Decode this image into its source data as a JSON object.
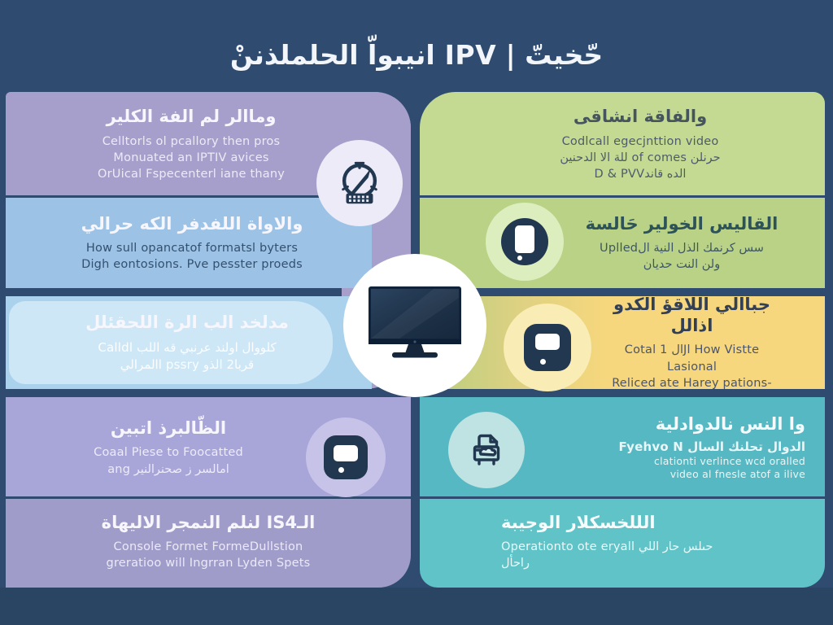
{
  "title": "حّخيتّ | IPV انيبواّ الحلملذننْ",
  "palette": {
    "background": "#2f4c70",
    "purple_panel": "#a79fcb",
    "blue_panel": "#9cc2e6",
    "pale_blue_panel": "#cde7f6",
    "lavender_panel": "#a8a5d8",
    "green_panel": "#c4da93",
    "yellow_panel": "#f6d77d",
    "teal_panel": "#55b8c3",
    "icon_navy": "#223850",
    "center_circle": "#ffffff"
  },
  "panels": {
    "left": [
      {
        "heading": "وماالر لم الفة الكلير",
        "body": [
          "Celltorls ol pcallory then pros",
          "Monuated an IPTIV avices",
          "OrUical Fspecenterl iane thany"
        ],
        "icon": "gauge-icon"
      },
      {
        "heading": "والاواة اللفدفر الكه حرالي",
        "body": [
          "How sull opancatof formatsl byters",
          "Digh eontosions. Pve pesster proeds"
        ],
        "icon": ""
      },
      {
        "heading": "مدلخد الب الرة اللحقئلل",
        "body": [
          "كلووال اولند عرنبي قه اللب Calldl",
          "قربا2 الذو pssry االمرالي"
        ],
        "icon": ""
      },
      {
        "heading": "الظّالبرذ اتبين",
        "body": [
          "Coaal Piese to Foocatted",
          "امالسر ز صحنرالنير ang"
        ],
        "icon": "media-player-icon"
      },
      {
        "heading": "الـIS4 لنلم النمجر الاليهاة",
        "body": [
          "Console Formet FormeDullstion",
          "greratioo will Ingrran Lyden Spets"
        ],
        "icon": ""
      }
    ],
    "right": [
      {
        "heading": "والفاقة انشاقى",
        "body": [
          "Codlcall egecjnttion video",
          "حرنلن of comes للة الا الدحنين",
          "الده قاندD & PVV"
        ],
        "icon": ""
      },
      {
        "heading": "القاليس الخولير حَالسة",
        "body": [
          "سس كرنمك الذل النية الUplled",
          "ولن النت حديان"
        ],
        "icon": "smartphone-icon"
      },
      {
        "heading": "جباالي اللاقؤ الكدو اذالل",
        "body": [
          "Cotal 1 الJl How Vistte Lasional",
          "Reliced ate Harey pations-"
        ],
        "icon": "media-player-icon"
      },
      {
        "heading": "وا النس نالدوادلية",
        "body": [
          "الدوال تحلنك السال Fyehvo N",
          "clationti verlince wcd oralled",
          "video al fnesle atof a ilive"
        ],
        "icon": "image-document-icon"
      },
      {
        "heading": "الللخسكلار الوجيبة",
        "body": [
          "حىلس حار اللي Operationto ote eryall",
          "راحأل"
        ],
        "icon": ""
      }
    ]
  },
  "center": {
    "icon": "tv-icon"
  }
}
